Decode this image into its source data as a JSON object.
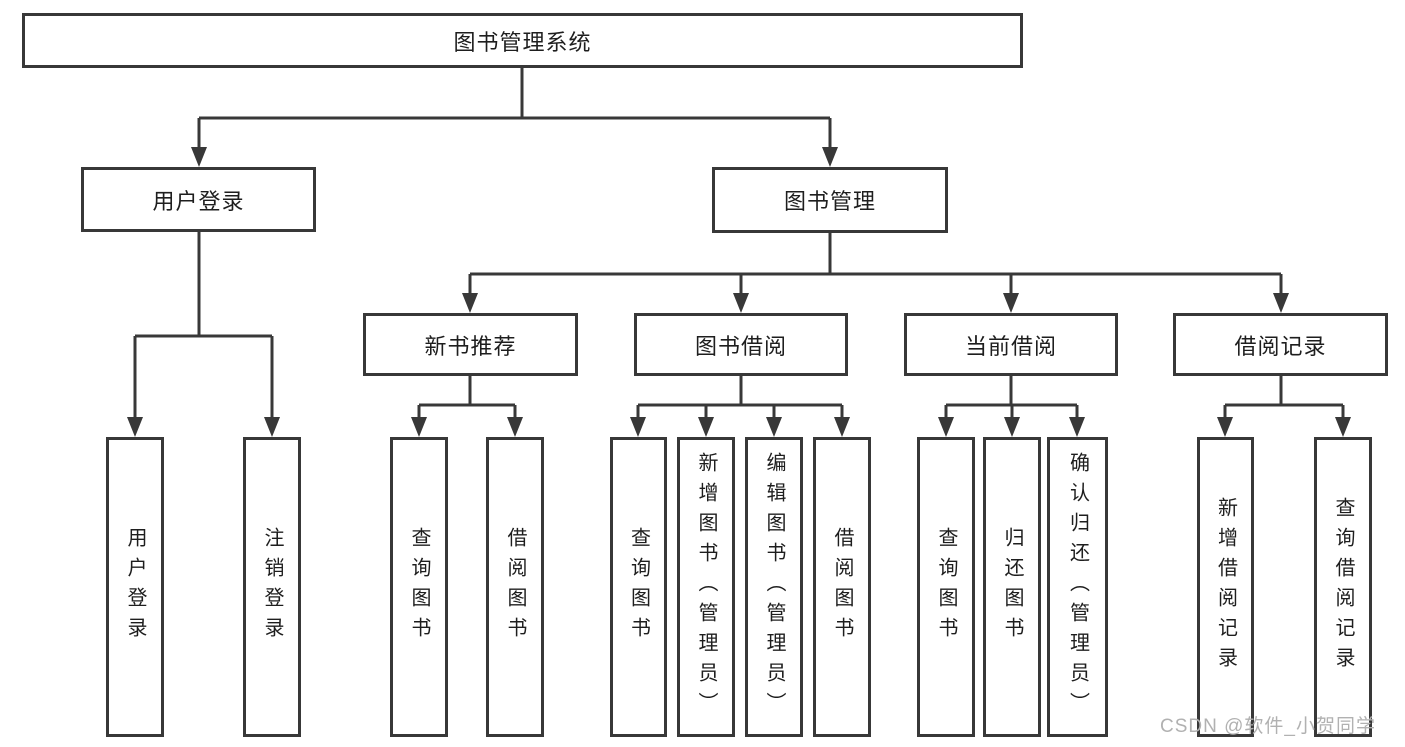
{
  "diagram": {
    "root": {
      "label": "图书管理系统"
    },
    "level2": [
      {
        "label": "用户登录"
      },
      {
        "label": "图书管理"
      }
    ],
    "level3": [
      {
        "label": "新书推荐"
      },
      {
        "label": "图书借阅"
      },
      {
        "label": "当前借阅"
      },
      {
        "label": "借阅记录"
      }
    ],
    "leaves": [
      {
        "label": "用户登录"
      },
      {
        "label": "注销登录"
      },
      {
        "label": "查询图书"
      },
      {
        "label": "借阅图书"
      },
      {
        "label": "查询图书"
      },
      {
        "label": "新增图书（管理员）"
      },
      {
        "label": "编辑图书（管理员）"
      },
      {
        "label": "借阅图书"
      },
      {
        "label": "查询图书"
      },
      {
        "label": "归还图书"
      },
      {
        "label": "确认归还（管理员）"
      },
      {
        "label": "新增借阅记录"
      },
      {
        "label": "查询借阅记录"
      }
    ]
  },
  "watermark": {
    "text": "CSDN @软件_小贺同学"
  },
  "colors": {
    "line": "#383838",
    "text": "#1e1e1e",
    "watermark": "#b1b1b1",
    "background": "#ffffff"
  }
}
